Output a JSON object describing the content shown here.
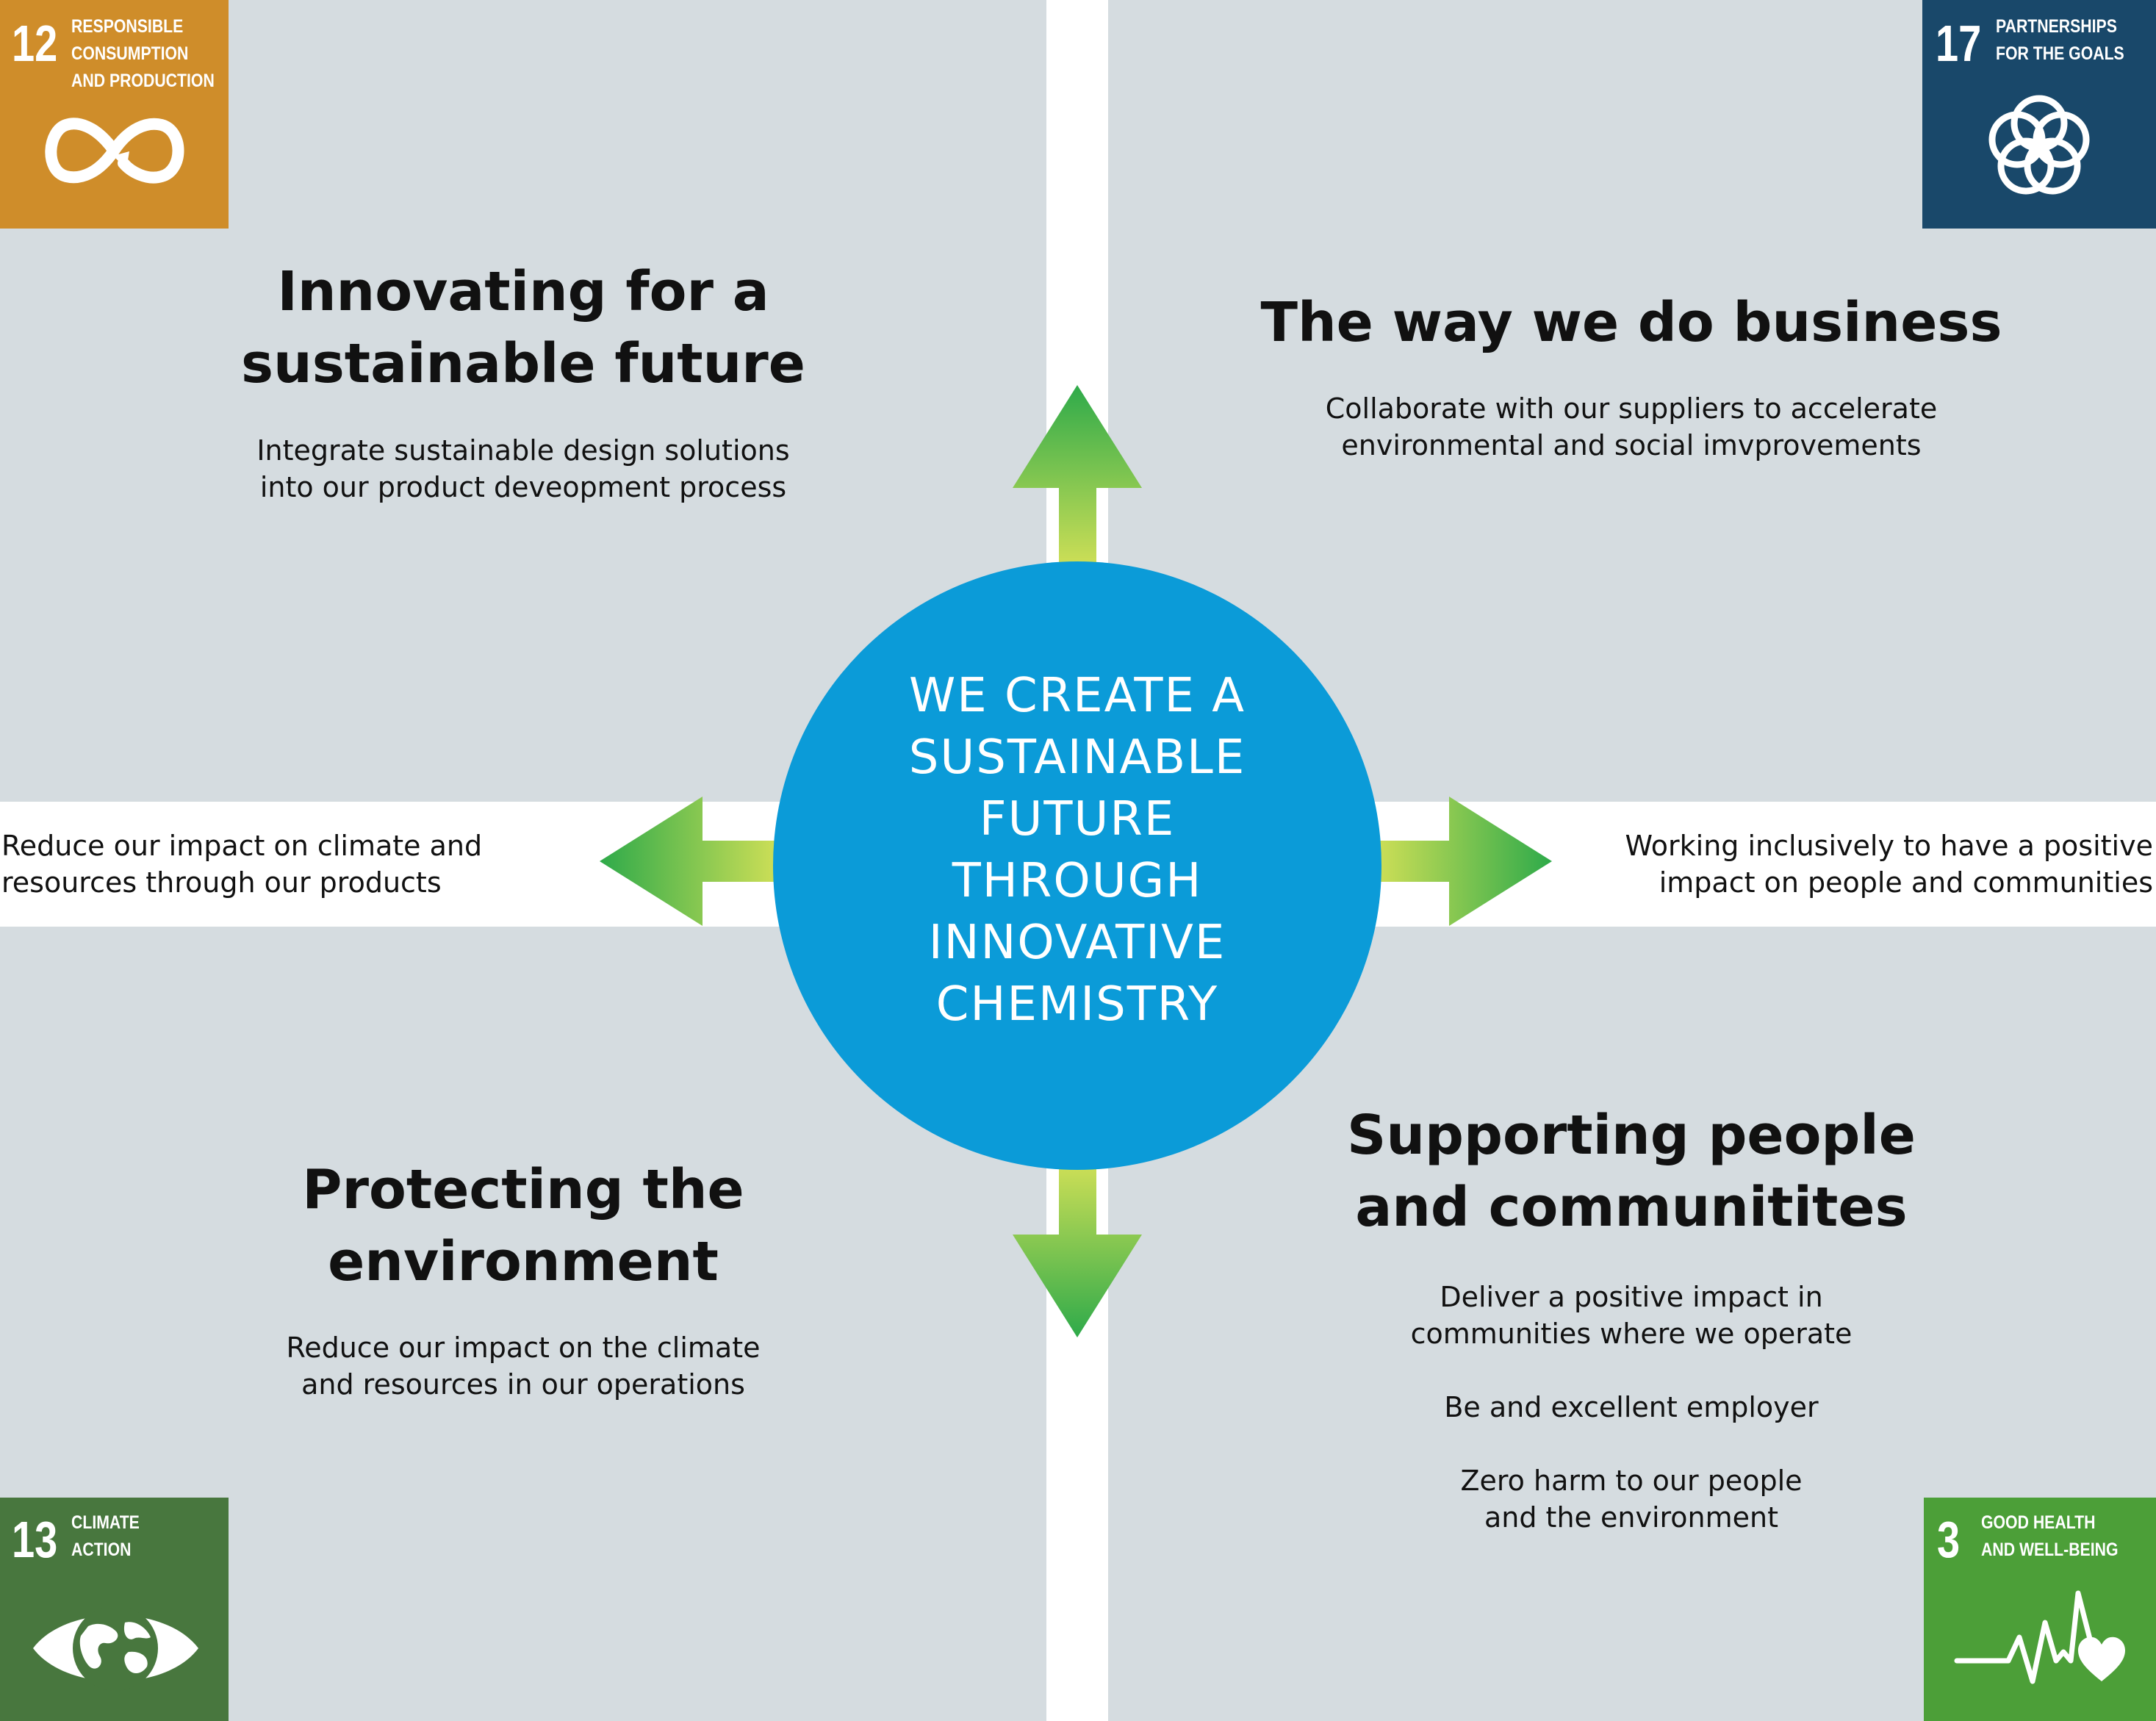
{
  "center": {
    "lines": [
      "WE CREATE A",
      "SUSTAINABLE",
      "FUTURE",
      "THROUGH",
      "INNOVATIVE",
      "CHEMISTRY"
    ]
  },
  "quadrants": {
    "top_left": {
      "title_lines": [
        "Innovating for a",
        "sustainable future"
      ],
      "text_lines": [
        "Integrate sustainable design solutions",
        "into our product deveopment process"
      ]
    },
    "top_right": {
      "title_lines": [
        "The way we do business"
      ],
      "text_lines": [
        "Collaborate with our suppliers to accelerate",
        "environmental and social imvprovements"
      ]
    },
    "bottom_left": {
      "title_lines": [
        "Protecting the",
        "environment"
      ],
      "text_lines": [
        "Reduce our impact on the climate",
        "and resources in our operations"
      ]
    },
    "bottom_right": {
      "title_lines": [
        "Supporting people",
        "and communitites"
      ],
      "text_lines": [
        "Deliver a positive impact in",
        "communities where we operate",
        "Be and excellent employer",
        "Zero harm to our people",
        "and the environment"
      ]
    }
  },
  "side": {
    "left_lines": [
      "Reduce our impact on climate and",
      "resources through our products"
    ],
    "right_lines": [
      "Working inclusively to have a positive",
      "impact on people and communities"
    ]
  },
  "sdg": [
    {
      "number": "12",
      "label_lines": [
        "RESPONSIBLE",
        "CONSUMPTION",
        "AND PRODUCTION"
      ],
      "color": "#cf8d2a",
      "icon": "infinity-icon"
    },
    {
      "number": "17",
      "label_lines": [
        "PARTNERSHIPS",
        "FOR THE GOALS"
      ],
      "color": "#19486a",
      "icon": "rings-icon"
    },
    {
      "number": "13",
      "label_lines": [
        "CLIMATE",
        "ACTION"
      ],
      "color": "#48773e",
      "icon": "eye-globe-icon"
    },
    {
      "number": "3",
      "label_lines": [
        "GOOD HEALTH",
        "AND WELL-BEING"
      ],
      "color": "#4c9f38",
      "icon": "heartbeat-icon"
    }
  ],
  "colors": {
    "panel": "#d5dce0",
    "center": "#0b9bd8",
    "arrow_inner": "#d4e157",
    "arrow_outer": "#2eaa4a"
  }
}
